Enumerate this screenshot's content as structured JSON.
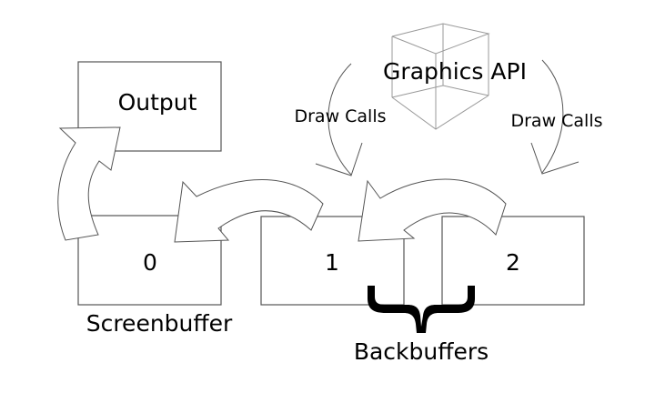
{
  "diagram": {
    "output_label": "Output",
    "graphics_api_label": "Graphics API",
    "draw_calls_left": "Draw Calls",
    "draw_calls_right": "Draw Calls",
    "buffers": [
      {
        "label": "0"
      },
      {
        "label": "1"
      },
      {
        "label": "2"
      }
    ],
    "screenbuffer_label": "Screenbuffer",
    "backbuffers_label": "Backbuffers",
    "brace_glyph": "}"
  }
}
